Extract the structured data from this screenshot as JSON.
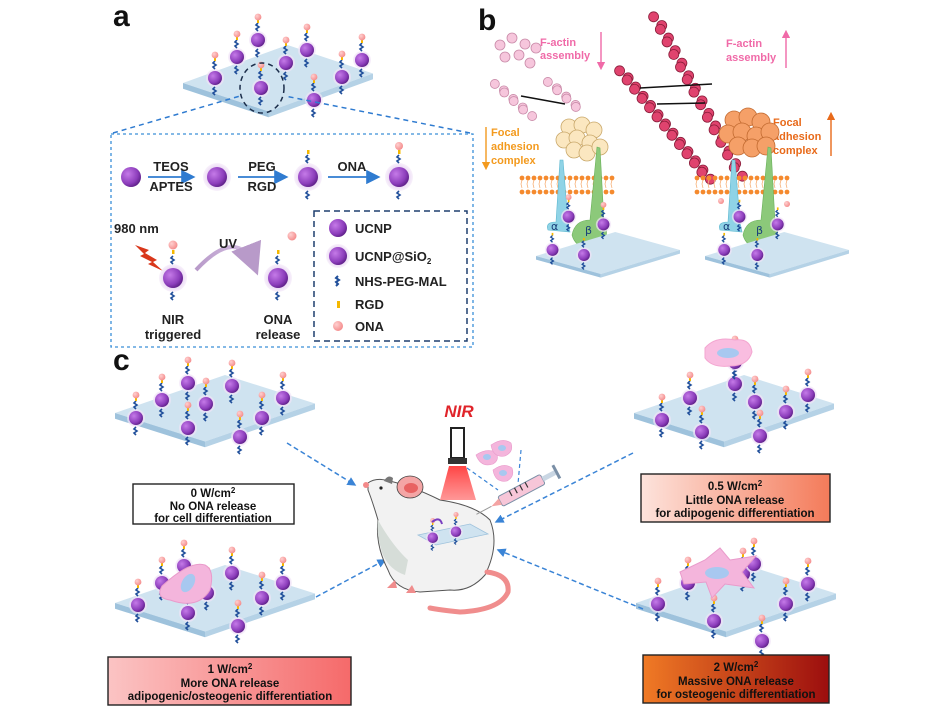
{
  "panels": {
    "a": {
      "letter": "a",
      "synthesis": {
        "step1_top": "TEOS",
        "step1_bottom": "APTES",
        "step2_top": "PEG",
        "step2_bottom": "RGD",
        "step3_top": "ONA"
      },
      "trigger": {
        "wavelength": "980 nm",
        "uv_label": "UV",
        "left_caption_1": "NIR",
        "left_caption_2": "triggered",
        "right_caption_1": "ONA",
        "right_caption_2": "release"
      },
      "legend": [
        {
          "icon": "ucnp-sphere",
          "label": "UCNP"
        },
        {
          "icon": "ucnp-sio2-sphere",
          "label": "UCNP@SiO",
          "subscript": "2"
        },
        {
          "icon": "peg-linker",
          "label": "NHS-PEG-MAL"
        },
        {
          "icon": "rgd-bar",
          "label": "RGD"
        },
        {
          "icon": "ona-dot",
          "label": "ONA"
        }
      ]
    },
    "b": {
      "letter": "b",
      "left": {
        "factin_1": "F-actin",
        "factin_2": "assembly",
        "factin_trend": "down",
        "focal_1": "Focal",
        "focal_2": "adhesion",
        "focal_3": "complex",
        "focal_trend": "down"
      },
      "right": {
        "factin_1": "F-actin",
        "factin_2": "assembly",
        "factin_trend": "up",
        "focal_1": "Focal",
        "focal_2": "adhesion",
        "focal_3": "complex",
        "focal_trend": "up"
      },
      "integrin_alpha": "α",
      "integrin_beta": "β"
    },
    "c": {
      "letter": "c",
      "nir_label": "NIR",
      "conditions": [
        {
          "power": "0 W/cm",
          "sup": "2",
          "line2": "No ONA release",
          "line3": "for cell differentiation",
          "fill_from": "#ffffff",
          "fill_to": "#ffffff"
        },
        {
          "power": "0.5 W/cm",
          "sup": "2",
          "line2": "Little ONA release",
          "line3": "for adipogenic differentiation",
          "fill_from": "#fde3dc",
          "fill_to": "#f47b5a"
        },
        {
          "power": "1 W/cm",
          "sup": "2",
          "line2": "More ONA release",
          "line3": "adipogenic/osteogenic differentiation",
          "fill_from": "#fbc4c4",
          "fill_to": "#f56a6a"
        },
        {
          "power": "2 W/cm",
          "sup": "2",
          "line2": "Massive ONA release",
          "line3": "for osteogenic differentiation",
          "fill_from": "#f07a25",
          "fill_to": "#9c0e0e"
        }
      ]
    }
  },
  "colors": {
    "ucnp": "#9b4bc7",
    "ona": "#f7a0a0",
    "linker": "#1f4e9a",
    "rgd": "#f5b800",
    "substrate": "#cfe3f0",
    "dashed_blue": "#2f7bd0",
    "factin_light": "#f6c6dc",
    "factin_dark": "#e0436e",
    "focal_light": "#fbe7c0",
    "focal_dark": "#f5a068",
    "membrane": "#f58a2e",
    "integrin_alpha": "#8fd3e6",
    "integrin_beta": "#8cc97a"
  }
}
